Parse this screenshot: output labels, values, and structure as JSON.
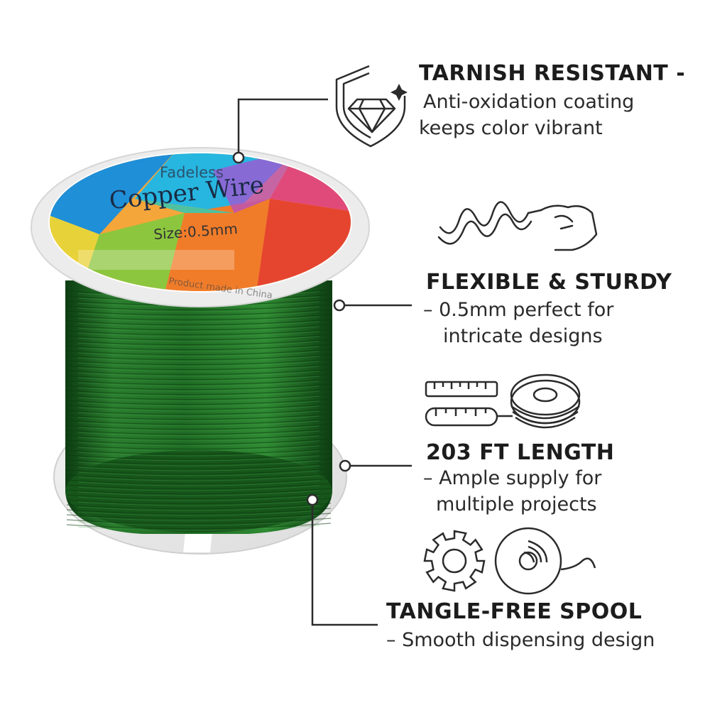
{
  "label": {
    "brand": "Fadeless",
    "product": "Copper Wire",
    "size": "Size:0.5mm",
    "fine_print": "Product made in China"
  },
  "features": [
    {
      "title": "TARNISH RESISTANT",
      "separator": "-",
      "desc_line1": "Anti-oxidation coating",
      "desc_line2": "keeps color vibrant",
      "icon": "shield-diamond-icon"
    },
    {
      "title": "FLEXIBLE & STURDY",
      "desc_line1": "– 0.5mm perfect for",
      "desc_line2": "intricate designs",
      "icon": "coiled-wire-hand-icon"
    },
    {
      "title": "203 FT LENGTH",
      "desc_line1": "– Ample supply for",
      "desc_line2": "multiple projects",
      "icon": "tape-measure-spool-icon"
    },
    {
      "title": "TANGLE-FREE SPOOL",
      "desc_line1": "– Smooth dispensing design",
      "icon": "gear-spool-icon"
    }
  ],
  "colors": {
    "wire_green": "#1f6b24",
    "wire_dark": "#0f4a14",
    "line": "#2b2b2b",
    "text": "#1c1c1c"
  }
}
